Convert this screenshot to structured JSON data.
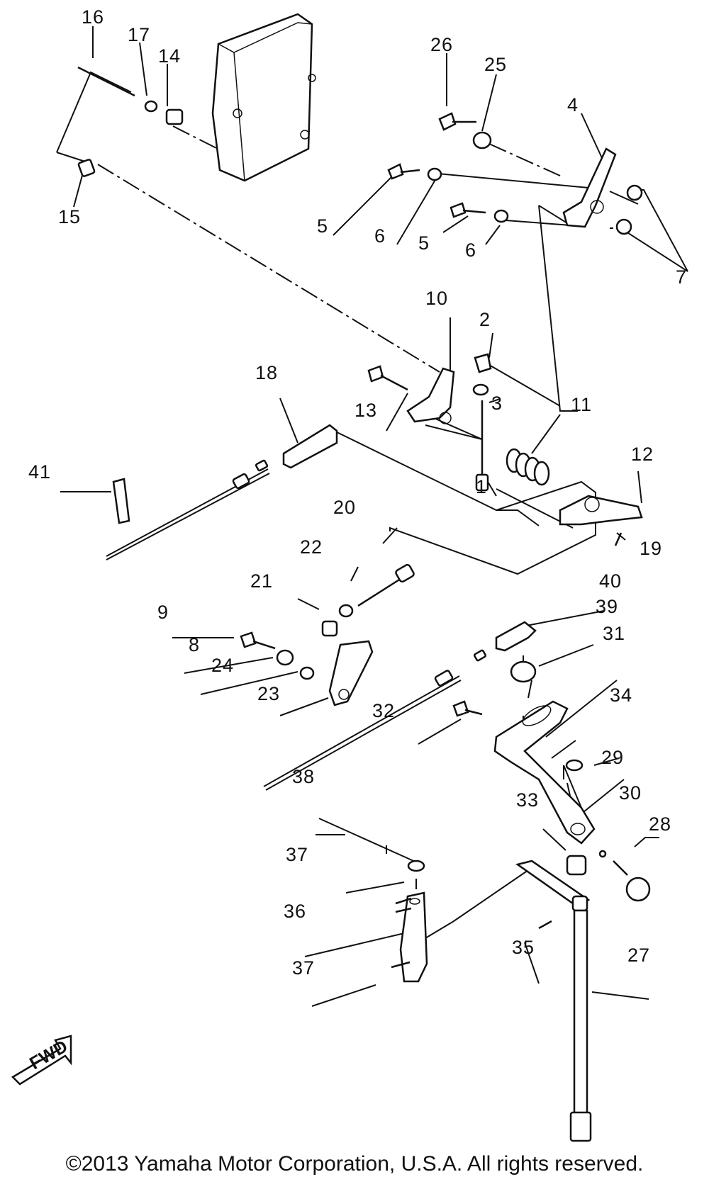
{
  "diagram": {
    "callouts": [
      {
        "id": "16",
        "text": "16"
      },
      {
        "id": "17",
        "text": "17"
      },
      {
        "id": "14",
        "text": "14"
      },
      {
        "id": "15",
        "text": "15"
      },
      {
        "id": "26",
        "text": "26"
      },
      {
        "id": "25",
        "text": "25"
      },
      {
        "id": "4",
        "text": "4"
      },
      {
        "id": "5a",
        "text": "5"
      },
      {
        "id": "6a",
        "text": "6"
      },
      {
        "id": "5b",
        "text": "5"
      },
      {
        "id": "6b",
        "text": "6"
      },
      {
        "id": "7",
        "text": "7"
      },
      {
        "id": "10",
        "text": "10"
      },
      {
        "id": "2",
        "text": "2"
      },
      {
        "id": "3",
        "text": "3"
      },
      {
        "id": "13",
        "text": "13"
      },
      {
        "id": "11",
        "text": "11"
      },
      {
        "id": "12",
        "text": "12"
      },
      {
        "id": "18",
        "text": "18"
      },
      {
        "id": "1",
        "text": "1"
      },
      {
        "id": "41",
        "text": "41"
      },
      {
        "id": "19",
        "text": "19"
      },
      {
        "id": "20",
        "text": "20"
      },
      {
        "id": "22",
        "text": "22"
      },
      {
        "id": "21",
        "text": "21"
      },
      {
        "id": "40",
        "text": "40"
      },
      {
        "id": "9",
        "text": "9"
      },
      {
        "id": "39",
        "text": "39"
      },
      {
        "id": "8",
        "text": "8"
      },
      {
        "id": "31",
        "text": "31"
      },
      {
        "id": "24",
        "text": "24"
      },
      {
        "id": "23",
        "text": "23"
      },
      {
        "id": "34",
        "text": "34"
      },
      {
        "id": "32",
        "text": "32"
      },
      {
        "id": "29",
        "text": "29"
      },
      {
        "id": "38",
        "text": "38"
      },
      {
        "id": "30",
        "text": "30"
      },
      {
        "id": "33",
        "text": "33"
      },
      {
        "id": "28",
        "text": "28"
      },
      {
        "id": "37a",
        "text": "37"
      },
      {
        "id": "36",
        "text": "36"
      },
      {
        "id": "35",
        "text": "35"
      },
      {
        "id": "27",
        "text": "27"
      },
      {
        "id": "37b",
        "text": "37"
      }
    ],
    "fwd_label": "FWD"
  },
  "footer": {
    "copyright": "©2013 Yamaha Motor Corporation, U.S.A. All rights reserved."
  }
}
